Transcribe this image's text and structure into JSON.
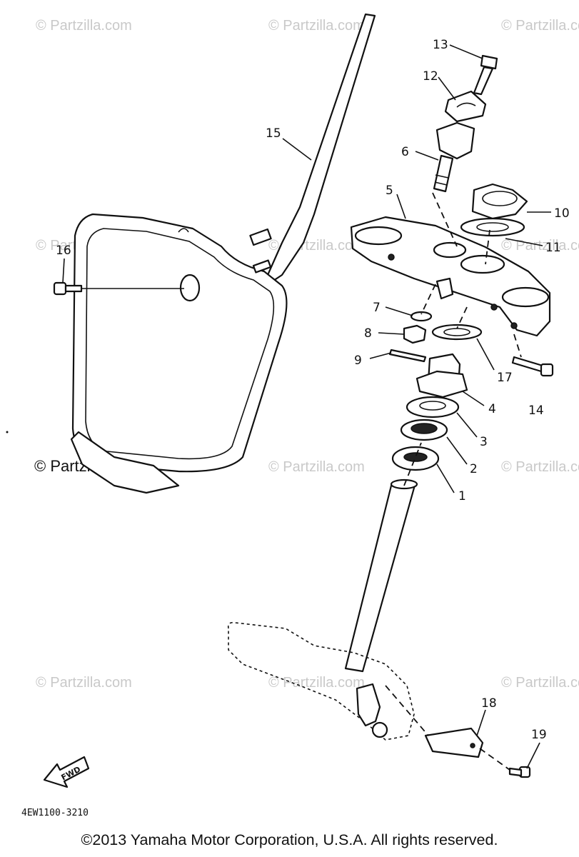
{
  "watermark": "© Partzilla.com",
  "diagram_code": "4EW1100-3210",
  "fwd_label": "FWD",
  "copyright": "©2013 Yamaha Motor Corporation, U.S.A. All rights reserved.",
  "callouts": {
    "c1": "1",
    "c2": "2",
    "c3": "3",
    "c4": "4",
    "c5": "5",
    "c6": "6",
    "c7": "7",
    "c8": "8",
    "c9": "9",
    "c10": "10",
    "c11": "11",
    "c12": "12",
    "c13": "13",
    "c14": "14",
    "c15": "15",
    "c16": "16",
    "c17": "17",
    "c18": "18",
    "c19": "19"
  }
}
